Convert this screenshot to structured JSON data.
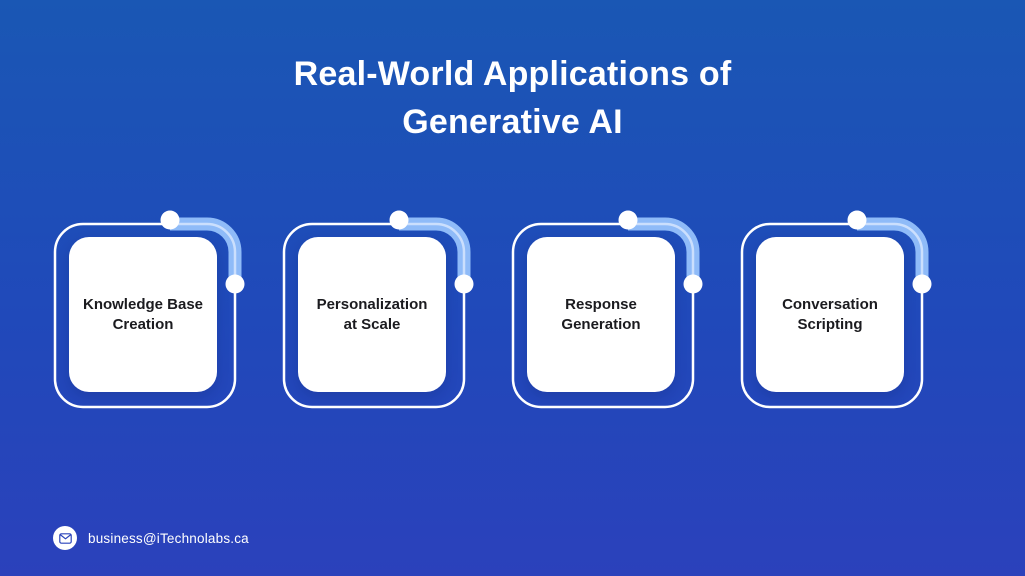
{
  "title": {
    "line1": "Real-World Applications of",
    "line2": "Generative AI"
  },
  "cards": [
    {
      "label": "Knowledge Base Creation"
    },
    {
      "label": "Personalization at Scale"
    },
    {
      "label": "Response Generation"
    },
    {
      "label": "Conversation Scripting"
    }
  ],
  "footer": {
    "email": "business@iTechnolabs.ca",
    "icon": "envelope-icon"
  },
  "colors": {
    "background_top": "#1A57B4",
    "background_bottom": "#2B41BB",
    "accent_band": "#8FBBF8",
    "accent_band_core": "#CBDFFD",
    "card_outline": "#FFFFFF",
    "card_fill": "#FFFFFF",
    "card_text": "#1B1B1F",
    "title_text": "#FFFFFF",
    "envelope_stroke": "#2A44BB"
  }
}
